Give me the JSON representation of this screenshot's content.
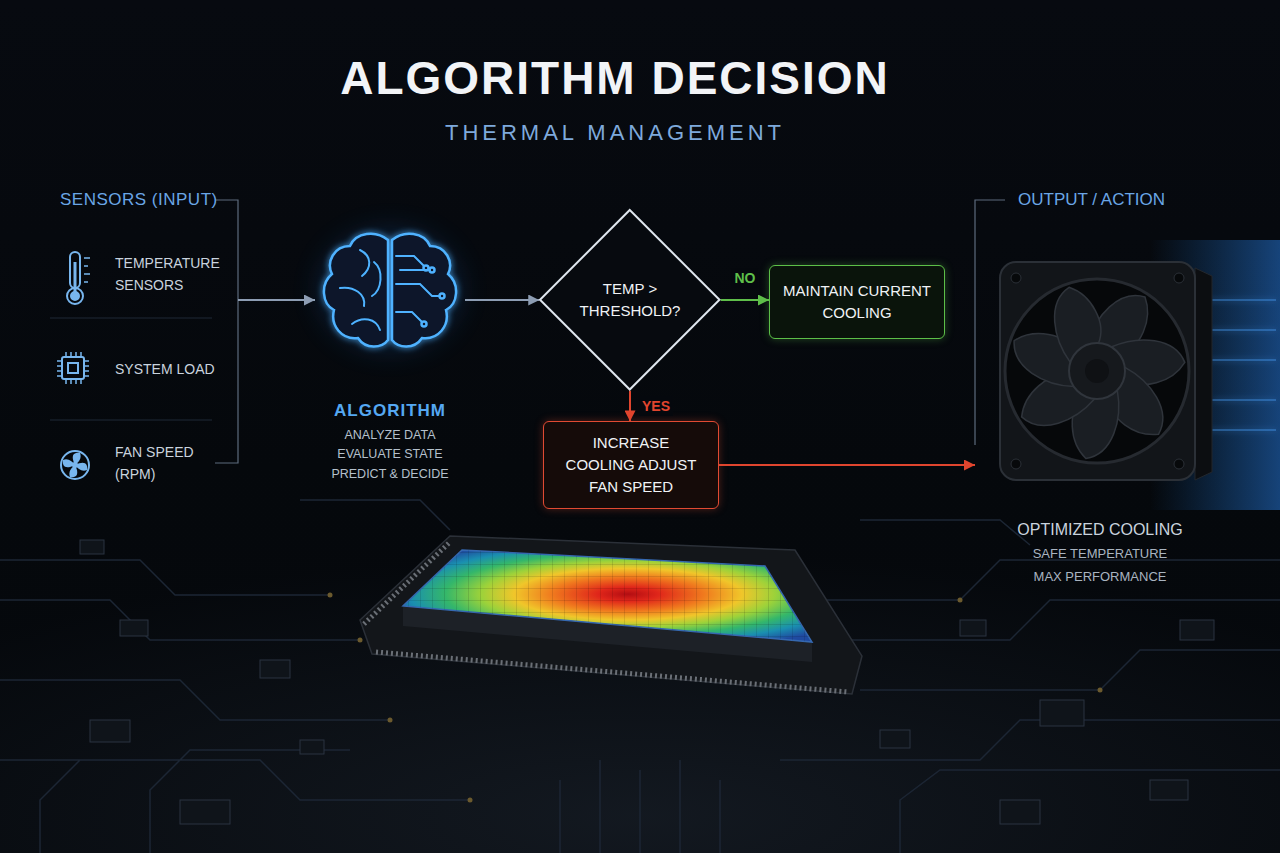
{
  "diagram": {
    "title": "ALGORITHM DECISION",
    "nodes": [
      {
        "text": [
          "SENSORS (INPUT)"
        ]
      },
      {
        "text": [
          "TEMPERATURE SENSORS"
        ],
        "in": 0
      },
      {
        "text": [
          "SYSTEM LOAD"
        ],
        "in": 0
      },
      {
        "text": [
          "FAN SPEED (RPM)"
        ],
        "in": 0
      },
      {
        "text": [
          "ALGORITHM",
          "ANALYZE DATA EVALUATE STATE PREDICT & DECIDE"
        ]
      },
      {
        "text": [
          "TEMP > THRESHOLD?"
        ]
      },
      {
        "text": [
          "MAINTAIN CURRENT COOLING"
        ]
      },
      {
        "text": [
          "INCREASE COOLING ADJUST FAN SPEED"
        ]
      },
      {
        "text": [
          "OUTPUT / ACTION",
          "OPTIMIZED COOLING",
          "SAFE TEMPERATURE MAX PERFORMANCE"
        ]
      }
    ],
    "edges": [
      {
        "from": 0,
        "to": 4,
        "arrow": "to"
      },
      {
        "from": 4,
        "to": 5,
        "arrow": "to"
      },
      {
        "from": 5,
        "to": 6,
        "label": "NO",
        "arrow": "to"
      },
      {
        "from": 5,
        "to": 7,
        "label": "YES",
        "arrow": "to"
      },
      {
        "from": 7,
        "to": 8,
        "arrow": "to"
      }
    ],
    "labels": [
      "THERMAL MANAGEMENT"
    ]
  }
}
